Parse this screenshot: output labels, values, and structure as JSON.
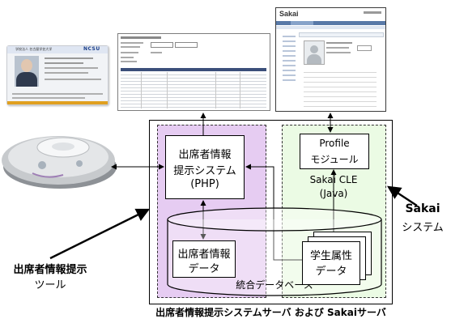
{
  "php_box": {
    "line1": "出席者情報",
    "line2": "提示システム",
    "line3": "(PHP)"
  },
  "profile_box": {
    "line1": "Profile",
    "line2": "モジュール"
  },
  "sakai_cle": {
    "line1": "Sakai CLE",
    "line2": "(Java)"
  },
  "attendance_data": {
    "line1": "出席者情報",
    "line2": "データ"
  },
  "student_data": {
    "line1": "学生属性",
    "line2": "データ"
  },
  "database_label": "統合データベース",
  "server_caption": "出席者情報提示システムサーバ および Sakaiサーバ",
  "left_label": {
    "line1": "出席者情報提示",
    "line2": "ツール"
  },
  "right_label": {
    "line1": "Sakai",
    "line2": "システム"
  },
  "id_card": {
    "header": "学校法人 名古屋学芸大学",
    "logo": "NCSU"
  },
  "sakai_screen": {
    "logo": "Sakai"
  },
  "colors": {
    "purple_zone": "#e6ccf2",
    "green_zone": "#ebfbe4",
    "arrow": "#000000"
  }
}
